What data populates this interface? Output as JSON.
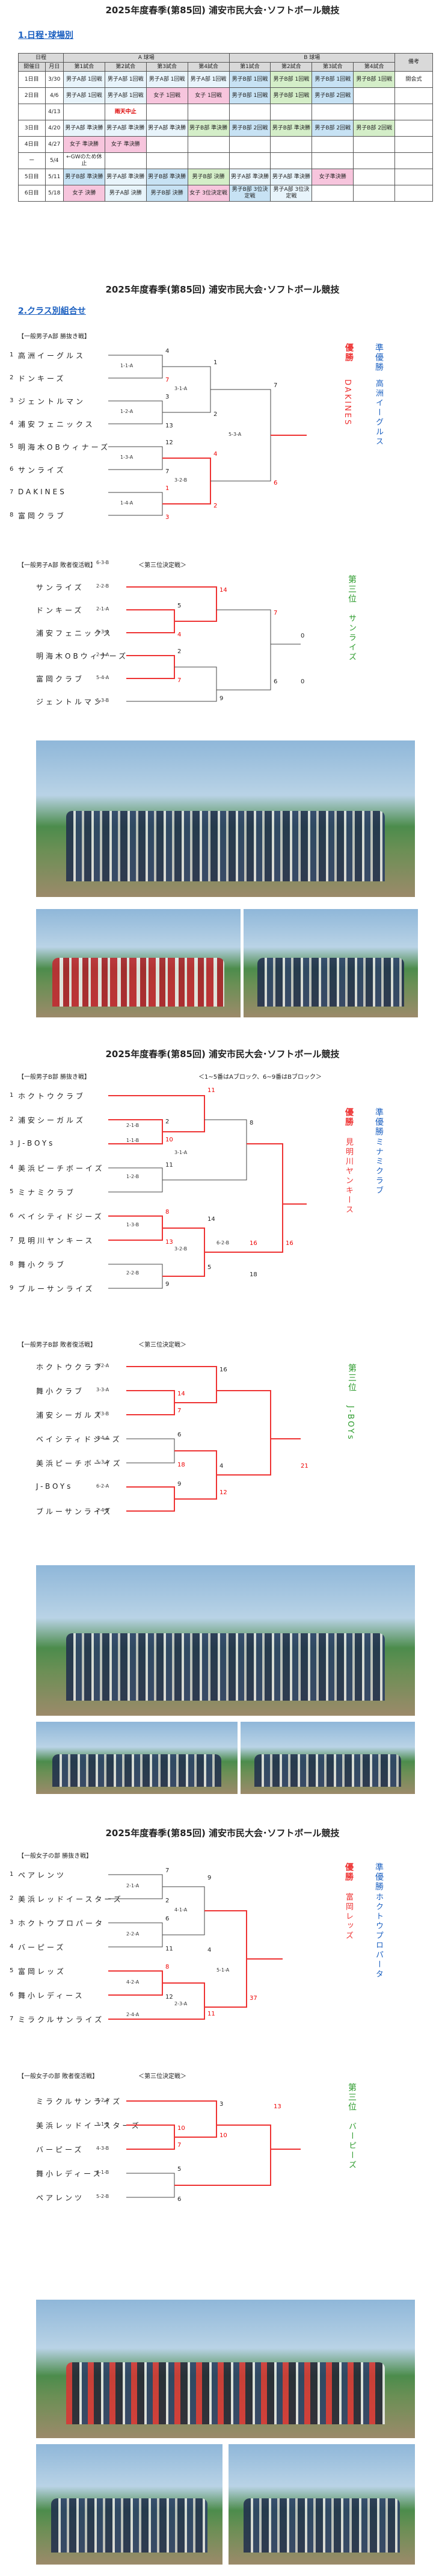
{
  "titles": {
    "t1": "2025年度春季(第85回) 浦安市民大会･ソフトボール競技",
    "s1": "1.日程･球場別",
    "t2": "2025年度春季(第85回) 浦安市民大会･ソフトボール競技",
    "s2": "2.クラス別組合せ",
    "t3": "2025年度春季(第85回) 浦安市民大会･ソフトボール競技",
    "t4": "2025年度春季(第85回) 浦安市民大会･ソフトボール競技"
  },
  "schedule": {
    "hdr_day": "日程",
    "hdr_a": "A 球場",
    "hdr_b": "B 球場",
    "hdr_note": "備考",
    "sub": [
      "開催日",
      "月日",
      "第1試合",
      "第2試合",
      "第3試合",
      "第4試合",
      "第1試合",
      "第2試合",
      "第3試合",
      "第4試合"
    ],
    "rows": [
      {
        "d": "1日目",
        "m": "3/30",
        "c": [
          "男子A部\n1回戦",
          "男子A部\n1回戦",
          "男子A部\n1回戦",
          "男子A部\n1回戦",
          "男子B部\n1回戦",
          "男子B部\n1回戦",
          "男子B部\n1回戦",
          "男子B部\n1回戦"
        ],
        "note": "開会式"
      },
      {
        "d": "2日目",
        "m": "4/6",
        "c": [
          "男子A部\n1回戦",
          "男子A部\n1回戦",
          "女子\n1回戦",
          "女子\n1回戦",
          "男子B部\n1回戦",
          "男子B部\n1回戦",
          "男子B部\n2回戦",
          ""
        ],
        "note": ""
      },
      {
        "d": "",
        "m": "4/13",
        "c": [
          "",
          "雨天中止",
          "",
          "",
          "",
          "",
          "",
          ""
        ],
        "note": ""
      },
      {
        "d": "3日目",
        "m": "4/20",
        "c": [
          "男子A部\n準決勝",
          "男子A部\n準決勝",
          "男子A部\n準決勝",
          "男子B部\n準決勝",
          "男子B部\n2回戦",
          "男子B部\n準決勝",
          "男子B部\n2回戦",
          "男子B部\n2回戦"
        ],
        "note": ""
      },
      {
        "d": "4日目",
        "m": "4/27",
        "c": [
          "女子\n準決勝",
          "女子\n準決勝",
          "",
          "",
          "",
          "",
          "",
          ""
        ],
        "note": ""
      },
      {
        "d": "ー",
        "m": "5/4",
        "c": [
          "←GWのため休止",
          "",
          "",
          "",
          "",
          "",
          "",
          ""
        ],
        "note": ""
      },
      {
        "d": "5日目",
        "m": "5/11",
        "c": [
          "男子B部\n準決勝",
          "男子A部\n準決勝",
          "男子B部\n準決勝",
          "男子B部\n決勝",
          "男子A部\n準決勝",
          "男子A部\n準決勝",
          "女子準決勝",
          "",
          ""
        ],
        "note": ""
      },
      {
        "d": "6日目",
        "m": "5/18",
        "c": [
          "女子\n決勝",
          "男子A部\n決勝",
          "男子B部\n決勝",
          "女子\n3位決定戦",
          "男子B部\n3位決定戦",
          "男子A部\n3位決定戦",
          "",
          ""
        ],
        "note": ""
      }
    ]
  },
  "bracketA": {
    "label": "【一般男子A部 勝抜き戦】",
    "teams": [
      "高洲イーグルス",
      "ドンキーズ",
      "ジェントルマン",
      "浦安フェニックス",
      "明海木OBウィナーズ",
      "サンライズ",
      "DAKINES",
      "富岡クラブ"
    ],
    "seeds": [
      "1",
      "2",
      "3",
      "4",
      "5",
      "6",
      "7",
      "8"
    ],
    "codes": [
      "1-1-A",
      "1-2-A",
      "1-3-A",
      "1-4-A",
      "3-1-A",
      "3-2-B",
      "5-3-A"
    ],
    "scores": [
      "4",
      "7",
      "3",
      "13",
      "12",
      "7",
      "1",
      "3",
      "1",
      "2",
      "4",
      "2",
      "7",
      "6"
    ],
    "win": "優勝",
    "winner": "DAKINES",
    "runner_label": "準優勝",
    "runner": "高洲イーグルス"
  },
  "bracketA3": {
    "label": "【一般男子A部 敗者復活戦】",
    "note": "＜第三位決定戦＞",
    "teams": [
      "サンライズ",
      "ドンキーズ",
      "浦安フェニックス",
      "明海木OBウィナーズ",
      "富岡クラブ",
      "ジェントルマン"
    ],
    "codes": [
      "2-2-B",
      "2-1-A",
      "3-3-A",
      "2-4-A",
      "5-4-A",
      "5-3-B",
      "6-3-B"
    ],
    "scores": [
      "5",
      "4",
      "2",
      "7",
      "14",
      "9",
      "7",
      "6",
      "0",
      "0"
    ],
    "place": "第三位",
    "placeteam": "サンライズ"
  },
  "bracketB": {
    "label": "【一般男子B部 勝抜き戦】",
    "note": "＜1~5番はAブロック、6~9番はBブロック＞",
    "teams": [
      "ホクトウクラブ",
      "浦安シーガルズ",
      "J-BOYs",
      "美浜ピーチボーイズ",
      "ミナミクラブ",
      "ベイシティドジーズ",
      "見明川ヤンキース",
      "舞小クラブ",
      "ブルーサンライズ"
    ],
    "seeds": [
      "1",
      "2",
      "3",
      "4",
      "5",
      "6",
      "7",
      "8",
      "9"
    ],
    "codes": [
      "2-1-B",
      "1-1-B",
      "1-2-B",
      "3-1-A",
      "1-3-B",
      "2-2-B",
      "3-2-B",
      "6-2-B"
    ],
    "scores": [
      "11",
      "2",
      "10",
      "8",
      "11",
      "8",
      "13",
      "16",
      "18",
      "9",
      "16",
      "14",
      "5"
    ],
    "win": "優勝",
    "winner": "見明川ヤンキース",
    "runner_label": "準優勝",
    "runner": "ミナミクラブ"
  },
  "bracketB3": {
    "label": "【一般男子B部 敗者復活戦】",
    "note": "＜第三位決定戦＞",
    "teams": [
      "ホクトウクラブ",
      "舞小クラブ",
      "浦安シーガルズ",
      "ベイシティドジーズ",
      "美浜ピーチボーイズ",
      "J-BOYs",
      "ブルーサンライズ"
    ],
    "codes": [
      "2-2-A",
      "3-3-A",
      "2-3-B",
      "4-4-A",
      "5-3-A",
      "6-2-A",
      "2-4-B"
    ],
    "scores": [
      "16",
      "14",
      "7",
      "6",
      "18",
      "4",
      "9",
      "12",
      "21"
    ],
    "place": "第三位",
    "placeteam": "J-BOYs"
  },
  "bracketW": {
    "label": "【一般女子の部 勝抜き戦】",
    "teams": [
      "ペアレンツ",
      "美浜レッドイースターズ",
      "ホクトウプロパータ",
      "バーピーズ",
      "富岡レッズ",
      "舞小レディース",
      "ミラクルサンライズ"
    ],
    "seeds": [
      "1",
      "2",
      "3",
      "4",
      "5",
      "6",
      "7"
    ],
    "codes": [
      "2-1-A",
      "4-1-A",
      "2-2-A",
      "5-1-A",
      "4-2-A",
      "2-3-A",
      "2-4-A"
    ],
    "scores": [
      "7",
      "2",
      "9",
      "6",
      "11",
      "4",
      "8",
      "12",
      "37",
      "11"
    ],
    "win": "優勝",
    "winner": "富岡レッズ",
    "runner_label": "準優勝",
    "runner": "ホクトウプロパータ"
  },
  "bracketW3": {
    "label": "【一般女子の部 敗者復活戦】",
    "note": "＜第三位決定戦＞",
    "teams": [
      "ミラクルサンライズ",
      "美浜レッドイースターズ",
      "バーピーズ",
      "舞小レディース",
      "ペアレンツ"
    ],
    "codes": [
      "4-2-A",
      "3-1-B",
      "4-3-B",
      "6-1-B",
      "5-2-B"
    ],
    "scores": [
      "3",
      "10",
      "7",
      "13",
      "10",
      "5",
      "6"
    ],
    "place": "第三位",
    "placeteam": "バーピーズ"
  }
}
